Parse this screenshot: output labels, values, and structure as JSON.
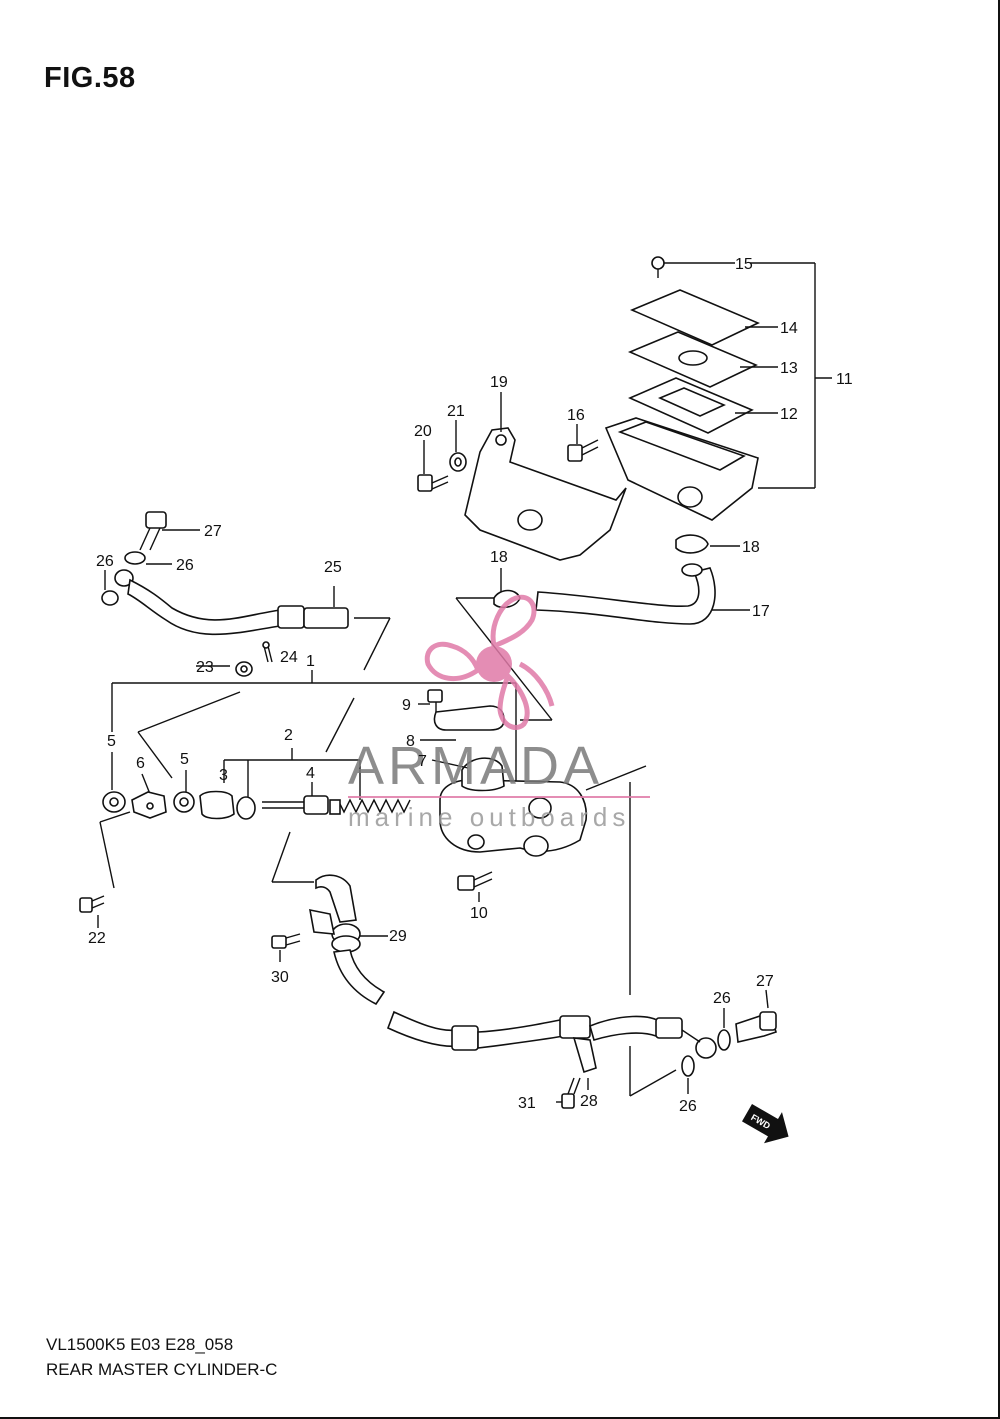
{
  "figure": {
    "title": "FIG.58",
    "model_code": "VL1500K5 E03 E28_058",
    "name": "REAR MASTER CYLINDER-C"
  },
  "callouts": [
    "1",
    "2",
    "3",
    "4",
    "5",
    "5",
    "6",
    "7",
    "8",
    "9",
    "10",
    "11",
    "12",
    "13",
    "14",
    "15",
    "16",
    "17",
    "18",
    "18",
    "19",
    "20",
    "21",
    "22",
    "23",
    "24",
    "25",
    "26",
    "26",
    "26",
    "26",
    "27",
    "27",
    "28",
    "29",
    "30",
    "31"
  ],
  "watermark": {
    "name": "ARMADA",
    "subtitle": "marine outboards",
    "accent_color": "#e07aa8"
  },
  "direction_badge": "FWD",
  "icons": [
    "propeller-logo-icon",
    "fwd-arrow-icon"
  ]
}
